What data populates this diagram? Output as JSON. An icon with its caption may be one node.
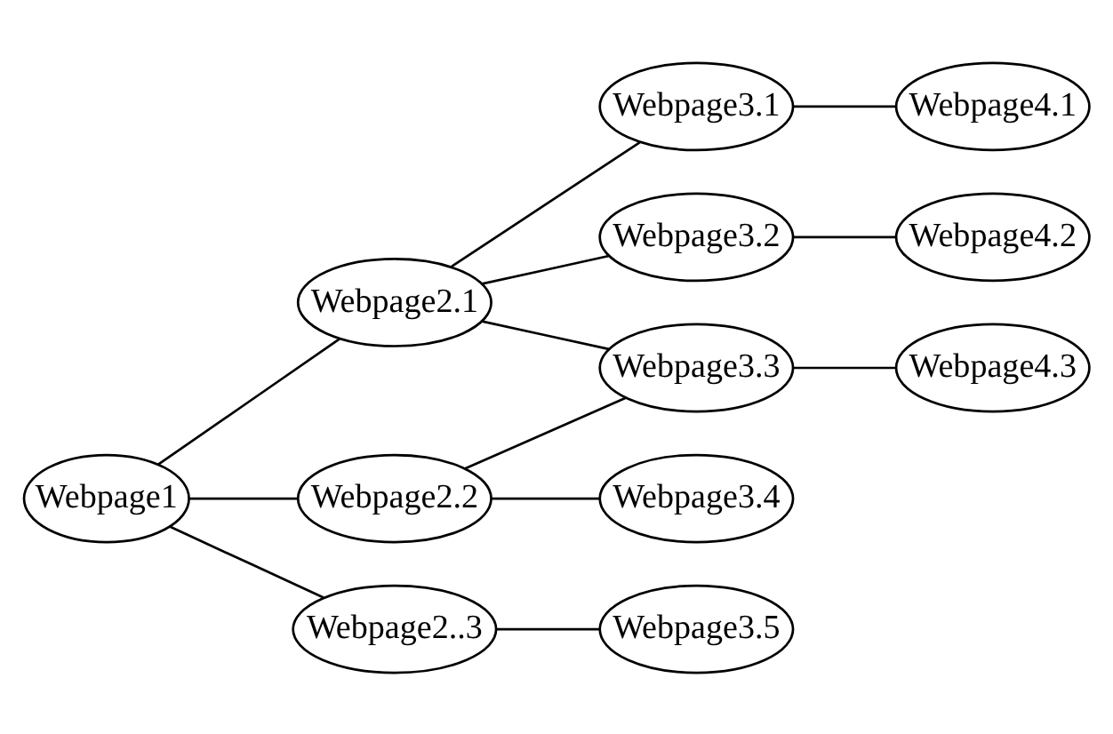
{
  "diagram": {
    "nodes": [
      {
        "text": [
          "Webpage1"
        ]
      },
      {
        "text": [
          "Webpage2.1"
        ]
      },
      {
        "text": [
          "Webpage2.2"
        ]
      },
      {
        "text": [
          "Webpage2..3"
        ]
      },
      {
        "text": [
          "Webpage3.1"
        ]
      },
      {
        "text": [
          "Webpage3.2"
        ]
      },
      {
        "text": [
          "Webpage3.3"
        ]
      },
      {
        "text": [
          "Webpage3.4"
        ]
      },
      {
        "text": [
          "Webpage3.5"
        ]
      },
      {
        "text": [
          "Webpage4.1"
        ]
      },
      {
        "text": [
          "Webpage4.2"
        ]
      },
      {
        "text": [
          "Webpage4.3"
        ]
      }
    ],
    "edges": [
      {
        "from": 0,
        "to": 1,
        "arrow": "none"
      },
      {
        "from": 0,
        "to": 2,
        "arrow": "none"
      },
      {
        "from": 0,
        "to": 3,
        "arrow": "none"
      },
      {
        "from": 1,
        "to": 4,
        "arrow": "none"
      },
      {
        "from": 1,
        "to": 5,
        "arrow": "none"
      },
      {
        "from": 1,
        "to": 6,
        "arrow": "none"
      },
      {
        "from": 2,
        "to": 6,
        "arrow": "none"
      },
      {
        "from": 2,
        "to": 7,
        "arrow": "none"
      },
      {
        "from": 3,
        "to": 8,
        "arrow": "none"
      },
      {
        "from": 4,
        "to": 9,
        "arrow": "none"
      },
      {
        "from": 5,
        "to": 10,
        "arrow": "none"
      },
      {
        "from": 6,
        "to": 11,
        "arrow": "none"
      }
    ]
  }
}
